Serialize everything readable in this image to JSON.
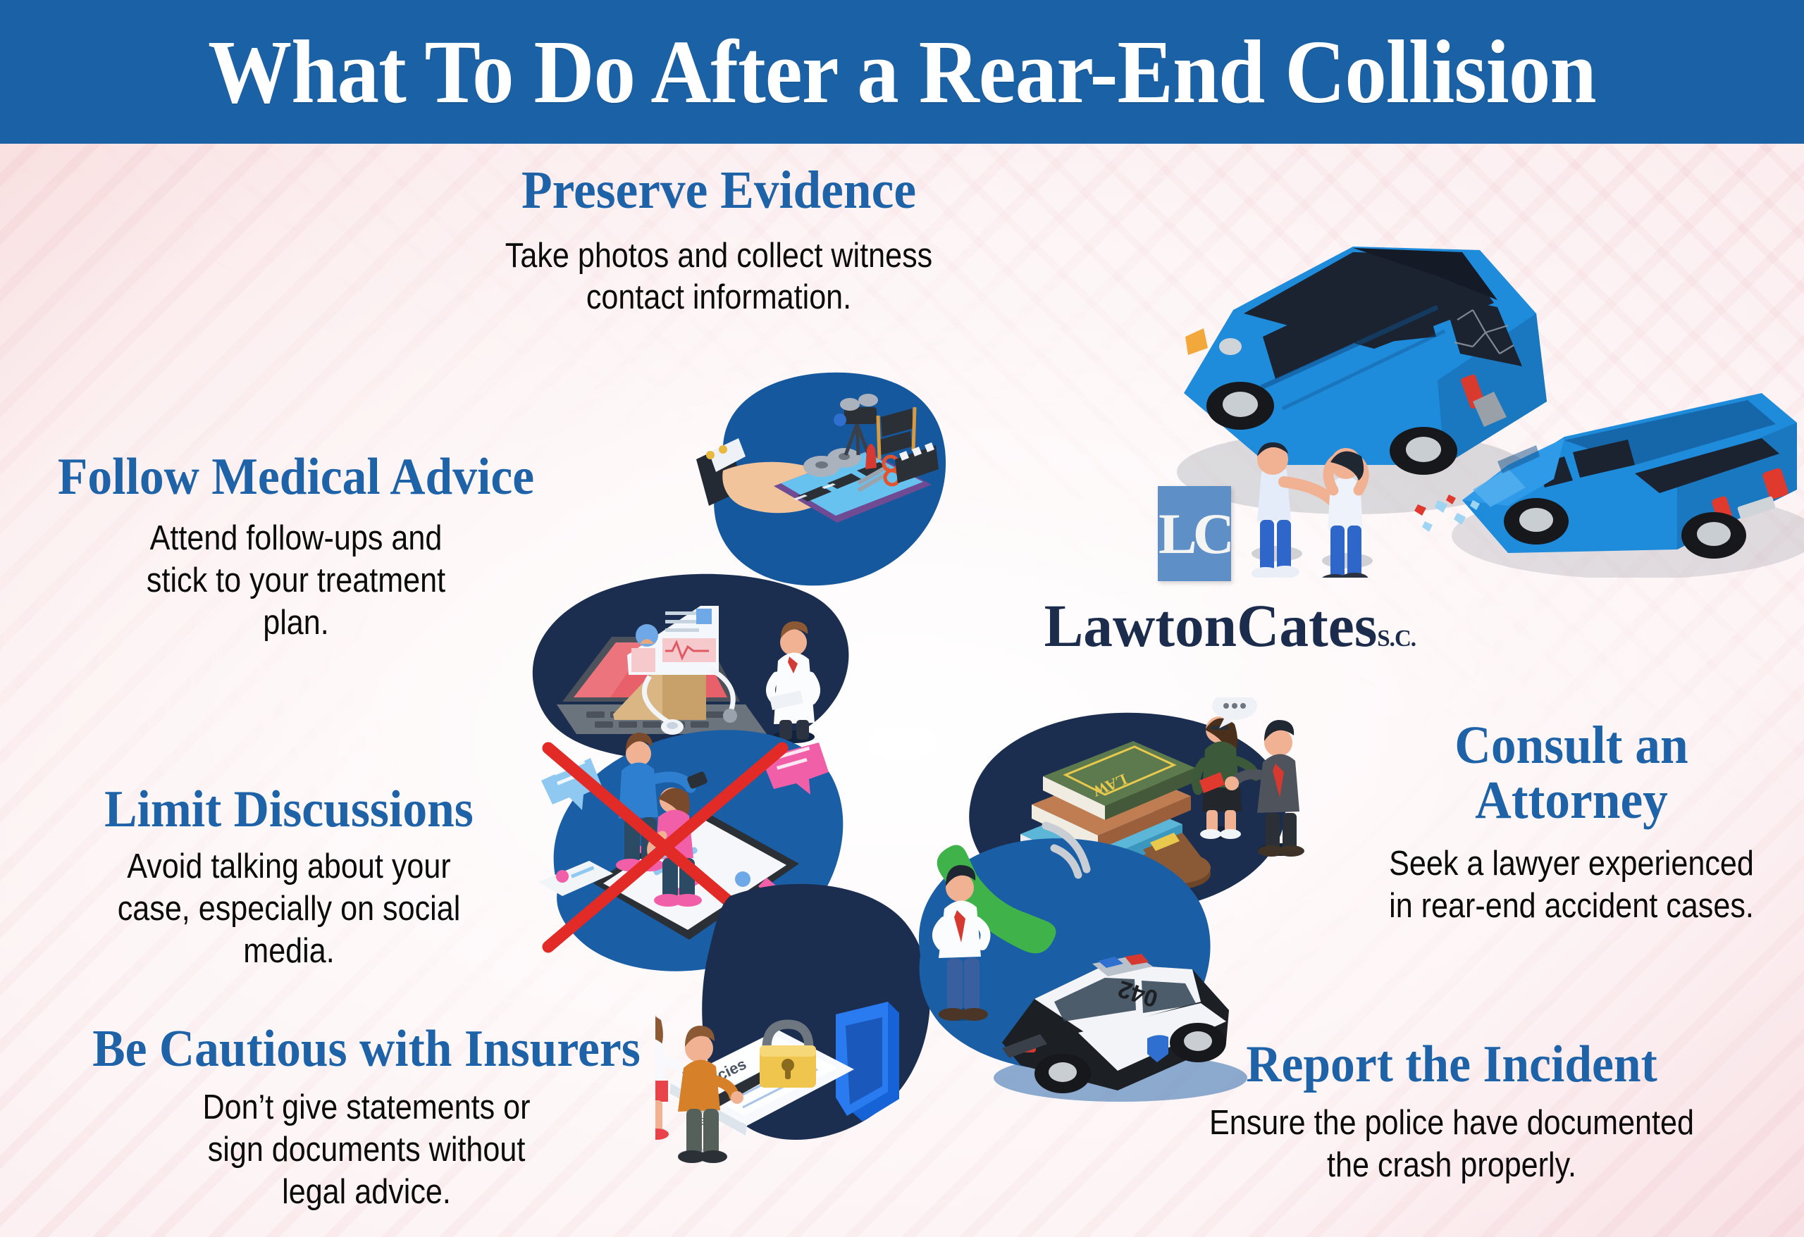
{
  "header": {
    "title": "What To Do After a Rear-End Collision",
    "band_color": "#1b61a5",
    "title_color": "#ffffff"
  },
  "theme": {
    "heading_color": "#1e62a8",
    "body_color": "#0b0b0b",
    "blob_blue": "#15589e",
    "blob_navy": "#1b2e4f",
    "background": "#fdf3f4"
  },
  "brand": {
    "monogram": "LC",
    "name": "LawtonCates",
    "suffix": "S.C.",
    "box_color": "#5e8fc6",
    "name_color": "#1c2c4c"
  },
  "steps": [
    {
      "id": "preserve-evidence",
      "heading": "Preserve Evidence",
      "body": "Take photos and collect witness contact information."
    },
    {
      "id": "follow-medical-advice",
      "heading": "Follow Medical Advice",
      "body": "Attend follow-ups and stick to your treatment plan."
    },
    {
      "id": "limit-discussions",
      "heading": "Limit Discussions",
      "body": "Avoid talking about your case, especially on social media."
    },
    {
      "id": "be-cautious-with-insurers",
      "heading": "Be Cautious with Insurers",
      "body": "Don’t give statements or sign documents without legal advice."
    },
    {
      "id": "consult-an-attorney",
      "heading": "Consult an Attorney",
      "body": "Seek a lawyer experienced in rear-end accident cases."
    },
    {
      "id": "report-the-incident",
      "heading": "Report the Incident",
      "body": "Ensure the police have documented the crash properly."
    }
  ],
  "illustrations": {
    "collision": {
      "label": "rear-end collision of two blue SUVs with two bystanders",
      "car_color": "#1f8bdb",
      "car_dark": "#1567a8"
    },
    "evidence": {
      "label": "hand holding tablet with camera, film reels and clapperboard"
    },
    "medical": {
      "label": "laptop with medical record folder, stethoscope and doctor"
    },
    "social": {
      "label": "couple on smartphone with social chat bubbles crossed out in red"
    },
    "insurance": {
      "label": "two people reviewing a Policies document with padlock and shield",
      "document_label": "Policies"
    },
    "legal": {
      "label": "stack of law books with gavel and two attorneys talking",
      "book_label": "LAW"
    },
    "police": {
      "label": "man on phone call beside police cruiser",
      "cruiser_number": "042"
    }
  }
}
